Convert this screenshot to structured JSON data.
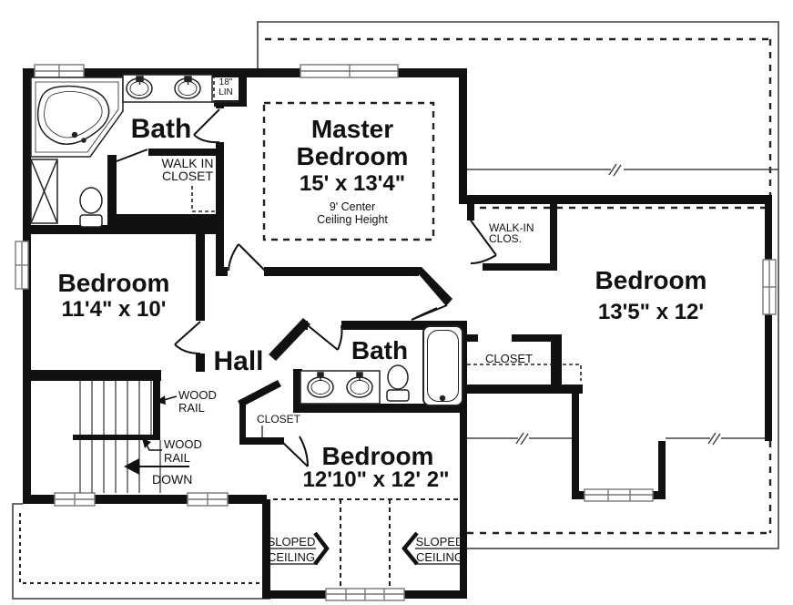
{
  "plan": {
    "rooms": {
      "master": {
        "line1": "Master",
        "line2": "Bedroom",
        "dims": "15' x 13'4\"",
        "note1": "9' Center",
        "note2": "Ceiling Height"
      },
      "bath1": {
        "label": "Bath"
      },
      "walkin1": {
        "line1": "WALK IN",
        "line2": "CLOSET"
      },
      "linen": {
        "line1": "18\"",
        "line2": "LIN"
      },
      "bedroom1": {
        "label": "Bedroom",
        "dims": "11'4\" x 10'"
      },
      "hall": {
        "label": "Hall"
      },
      "bath2": {
        "label": "Bath"
      },
      "walkin2": {
        "line1": "WALK-IN",
        "line2": "CLOS."
      },
      "closet_bed2": {
        "label": "CLOSET"
      },
      "closet_hall": {
        "label": "CLOSET"
      },
      "bedroom2": {
        "label": "Bedroom",
        "dims": "13'5\" x 12'"
      },
      "bedroom3": {
        "label": "Bedroom",
        "dims": "12'10\" x 12' 2\""
      }
    },
    "annotations": {
      "wood_rail_upper": {
        "line1": "WOOD",
        "line2": "RAIL"
      },
      "wood_rail_lower": {
        "line1": "WOOD",
        "line2": "RAIL"
      },
      "down": {
        "label": "DOWN"
      },
      "sloped_left": {
        "line1": "SLOPED",
        "line2": "CEILING"
      },
      "sloped_right": {
        "line1": "SLOPED",
        "line2": "CEILING"
      }
    },
    "colors": {
      "wall": "#111111",
      "thin_line": "#555555",
      "dashed": "#222222",
      "text": "#111111",
      "background": "#ffffff"
    }
  }
}
